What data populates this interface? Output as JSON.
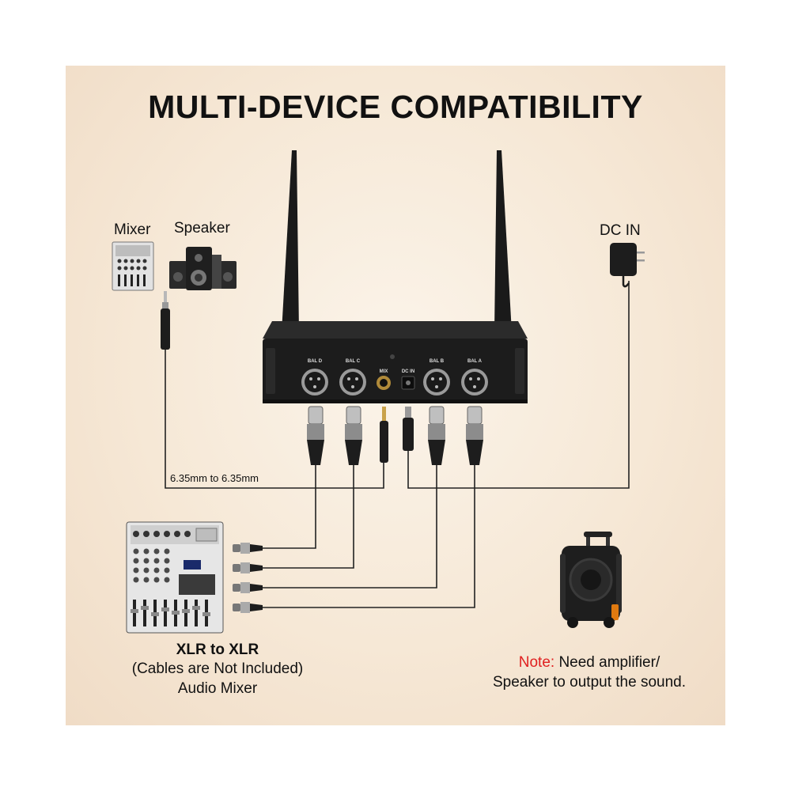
{
  "title": "MULTI-DEVICE COMPATIBILITY",
  "labels": {
    "mixer": "Mixer",
    "speaker": "Speaker",
    "dc_in": "DC IN",
    "cable": "6.35mm to 6.35mm",
    "xlr_to_xlr": "XLR to XLR",
    "cables_not_included": "(Cables are Not Included)",
    "audio_mixer": "Audio Mixer"
  },
  "note": {
    "key": "Note:",
    "line1": " Need amplifier/",
    "line2": "Speaker to output the sound."
  },
  "receiver": {
    "ports": [
      "BAL D",
      "BAL C",
      "MIX",
      "DC IN",
      "BAL B",
      "BAL A"
    ]
  },
  "colors": {
    "accent_red": "#e02020",
    "background": "#f6e8d6",
    "device": "#1c1c1c"
  }
}
